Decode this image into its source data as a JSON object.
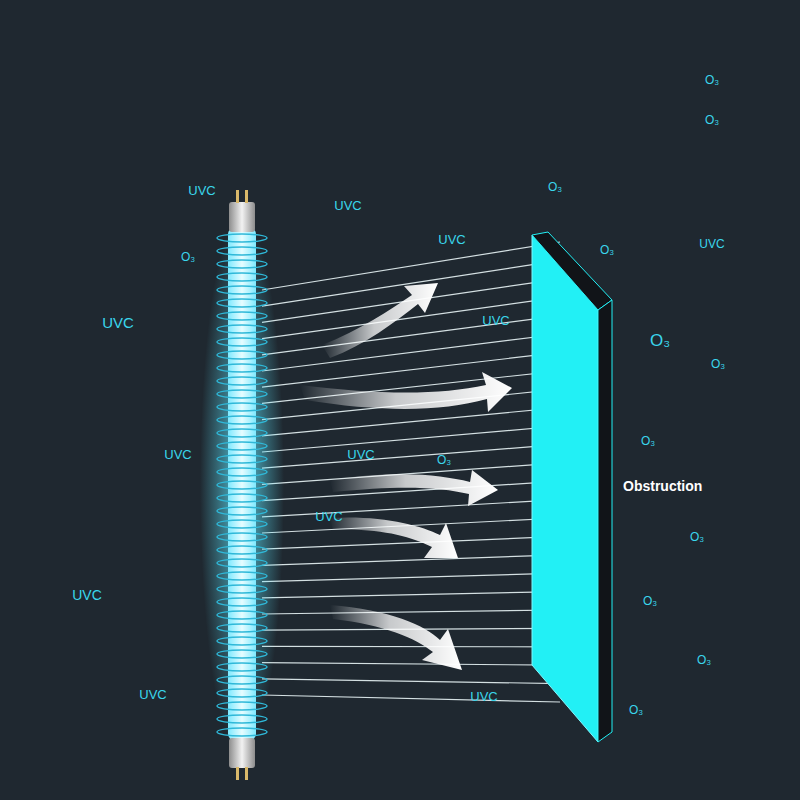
{
  "diagram": {
    "nodes": [
      {
        "text": [
          "Obstruction"
        ]
      }
    ],
    "labels": [
      "O₃",
      "O₃",
      "UVC",
      "O₃",
      "UVC",
      "UVC",
      "O₃",
      "O₃",
      "UVC",
      "UVC",
      "UVC",
      "O₃",
      "O₃",
      "O₃",
      "UVC",
      "UVC",
      "O₃",
      "UVC",
      "O₃",
      "UVC",
      "O₃",
      "O₃",
      "UVC",
      "UVC",
      "O₃"
    ]
  }
}
